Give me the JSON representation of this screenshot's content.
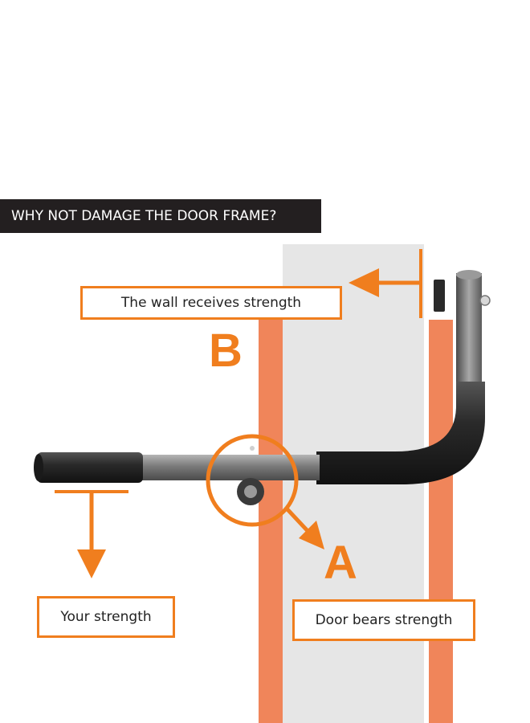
{
  "banner": {
    "title": "WHY NOT DAMAGE THE DOOR FRAME?"
  },
  "labels": {
    "wall": "The wall receives strength",
    "point_b": "B",
    "point_a": "A",
    "yours": "Your strength",
    "door": "Door bears strength"
  },
  "colors": {
    "accent": "#f07e1e",
    "door_frame": "#f0855a",
    "wall": "#ececec",
    "banner_bg": "#231f20",
    "grip": "#2b2b2b",
    "steel": "#7d7d7d"
  }
}
